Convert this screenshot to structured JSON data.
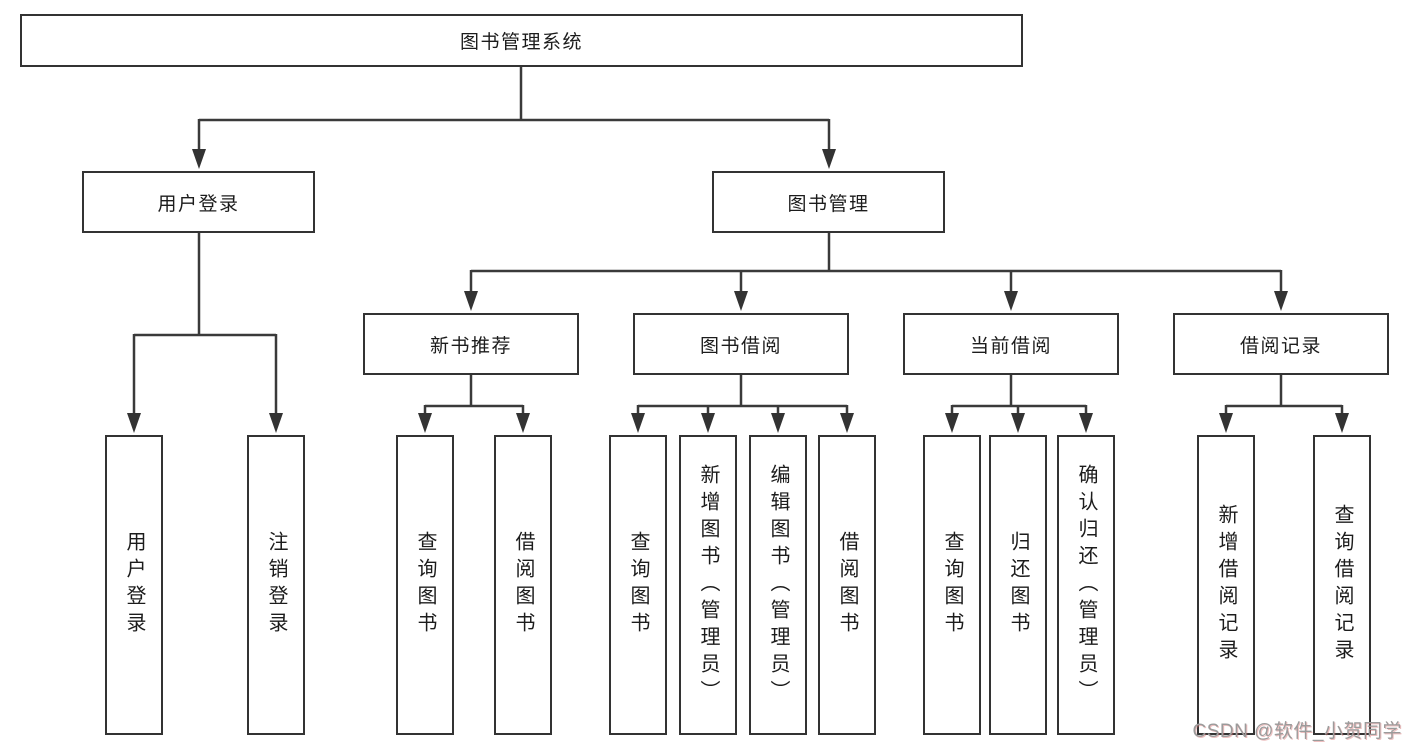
{
  "diagram": {
    "title_node": {
      "label": "图书管理系统"
    },
    "level2": {
      "user_login": {
        "label": "用户登录"
      },
      "book_mgmt": {
        "label": "图书管理"
      }
    },
    "level3": {
      "new_book_rec": {
        "label": "新书推荐"
      },
      "book_borrow": {
        "label": "图书借阅"
      },
      "current_borrow": {
        "label": "当前借阅"
      },
      "borrow_records": {
        "label": "借阅记录"
      }
    },
    "level4": {
      "user_login_leaf": {
        "label": "用户登录"
      },
      "logout_leaf": {
        "label": "注销登录"
      },
      "query_book_1": {
        "label": "查询图书"
      },
      "borrow_book_1": {
        "label": "借阅图书"
      },
      "query_book_2": {
        "label": "查询图书"
      },
      "add_book": {
        "label": "新增图书（管理员）"
      },
      "edit_book": {
        "label": "编辑图书（管理员）"
      },
      "borrow_book_2": {
        "label": "借阅图书"
      },
      "query_book_3": {
        "label": "查询图书"
      },
      "return_book": {
        "label": "归还图书"
      },
      "confirm_return": {
        "label": "确认归还（管理员）"
      },
      "add_borrow_record": {
        "label": "新增借阅记录"
      },
      "query_borrow_record": {
        "label": "查询借阅记录"
      }
    },
    "watermark": "CSDN @软件_小贺同学",
    "line_color": "#3a3a3a"
  }
}
